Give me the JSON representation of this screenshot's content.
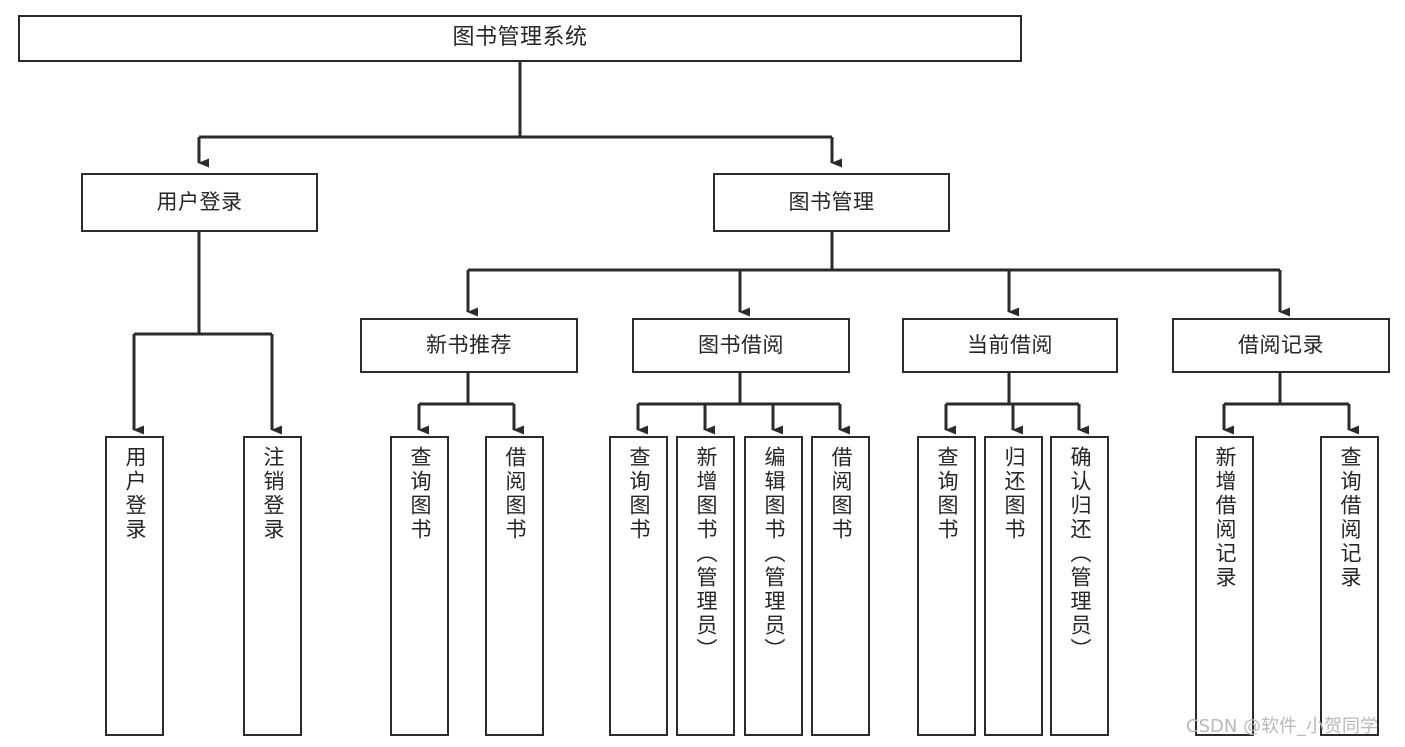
{
  "diagram": {
    "title": "图书管理系统",
    "type": "tree-hierarchy-chart",
    "orientation": "top-down",
    "watermark": "CSDN @软件_小贺同学",
    "colors": {
      "box_border": "#2b2b2b",
      "box_fill": "#ffffff",
      "connector": "#2b2b2b",
      "text": "#262626",
      "watermark": "#b9b9b9",
      "background": "#ffffff"
    },
    "root": {
      "id": "root",
      "label": "图书管理系统",
      "level": 1
    },
    "level2": [
      {
        "id": "user-login",
        "label": "用户登录",
        "level": 2
      },
      {
        "id": "book-management",
        "label": "图书管理",
        "level": 2
      }
    ],
    "level3": [
      {
        "id": "new-book-recommend",
        "label": "新书推荐",
        "level": 3,
        "parent": "book-management"
      },
      {
        "id": "book-borrow",
        "label": "图书借阅",
        "level": 3,
        "parent": "book-management"
      },
      {
        "id": "current-borrow",
        "label": "当前借阅",
        "level": 3,
        "parent": "book-management"
      },
      {
        "id": "borrow-record",
        "label": "借阅记录",
        "level": 3,
        "parent": "book-management"
      }
    ],
    "leaves": [
      {
        "id": "leaf-user-login",
        "label": "用户登录",
        "parent": "user-login"
      },
      {
        "id": "leaf-logout-login",
        "label": "注销登录",
        "parent": "user-login"
      },
      {
        "id": "leaf-query-book-1",
        "label": "查询图书",
        "parent": "new-book-recommend"
      },
      {
        "id": "leaf-borrow-book-1",
        "label": "借阅图书",
        "parent": "new-book-recommend"
      },
      {
        "id": "leaf-query-book-2",
        "label": "查询图书",
        "parent": "book-borrow"
      },
      {
        "id": "leaf-add-book",
        "label": "新增图书（管理员）",
        "parent": "book-borrow"
      },
      {
        "id": "leaf-edit-book",
        "label": "编辑图书（管理员）",
        "parent": "book-borrow"
      },
      {
        "id": "leaf-borrow-book-2",
        "label": "借阅图书",
        "parent": "book-borrow"
      },
      {
        "id": "leaf-query-book-3",
        "label": "查询图书",
        "parent": "current-borrow"
      },
      {
        "id": "leaf-return-book",
        "label": "归还图书",
        "parent": "current-borrow"
      },
      {
        "id": "leaf-confirm-return",
        "label": "确认归还（管理员）",
        "parent": "current-borrow"
      },
      {
        "id": "leaf-add-record",
        "label": "新增借阅记录",
        "parent": "borrow-record"
      },
      {
        "id": "leaf-query-record",
        "label": "查询借阅记录",
        "parent": "borrow-record"
      }
    ]
  }
}
